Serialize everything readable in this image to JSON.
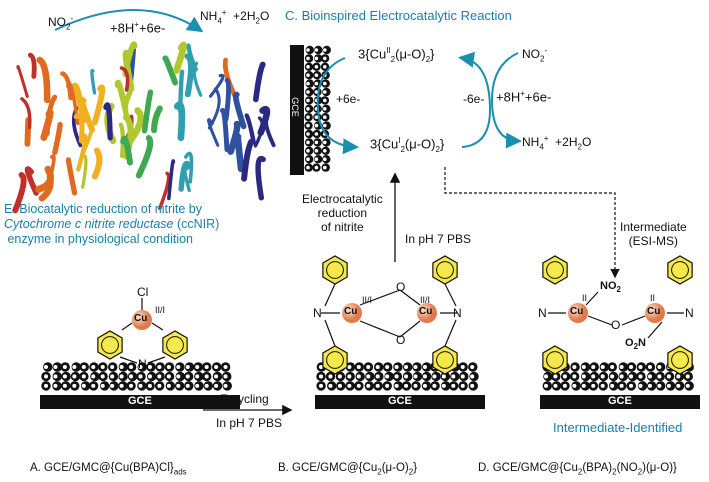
{
  "enzyme": {
    "reactant": "NO",
    "reactant_sub": "2",
    "reactant_sup": "-",
    "protons": "+8H",
    "protons_sup": "+",
    "electrons": "+6e-",
    "product": "NH",
    "product_sub": "4",
    "product_sup": "+",
    "water": "+2H",
    "water_sub": "2",
    "water_end": "O",
    "caption_line1": "E. Biocatalytic reduction of nitrite by",
    "caption_line2_italic": "Cytochrome c nitrite reductase",
    "caption_line2_rest": " (ccNIR)",
    "caption_line3": "enzyme in physiological condition"
  },
  "cycle": {
    "title": "C. Bioinspired Electrocatalytic Reaction",
    "electrode": "GCE",
    "top_species": "3{Cu",
    "top_sup": "II",
    "top_rest": "2",
    "top_end": "(μ-O)",
    "top_end_sub": "2",
    "bottom_species": "3{Cu",
    "bottom_sup": "I",
    "bottom_rest": "2",
    "bottom_end": "(μ-O)",
    "bottom_end_sub": "2",
    "left_electrons": "+6e-",
    "mid_electrons": "-6e-",
    "right_protons": "+8H",
    "right_protons_sup": "+",
    "right_electrons": "+6e-",
    "reactant": "NO",
    "reactant_sub": "2",
    "reactant_sup": "-",
    "product": "NH",
    "product_sub": "4",
    "product_sup": "+",
    "water": "+2H",
    "water_sub": "2",
    "water_end": "O"
  },
  "arrows": {
    "electrocatalytic_line1": "Electrocatalytic",
    "electrocatalytic_line2": "reduction",
    "electrocatalytic_line3": "of nitrite",
    "ph_label_1": "In pH 7 PBS",
    "intermediate_line1": "Intermediate",
    "intermediate_line2": "(ESI-MS)",
    "ecycling": "E-cycling",
    "ph_label_2": "In pH 7 PBS"
  },
  "structures": {
    "electrode": "GCE",
    "metal": "Cu",
    "chloride": "Cl",
    "nitrogen": "N",
    "oxygen": "O",
    "ox_mixed": "II/I",
    "ox_two": "II",
    "no2": "NO",
    "no2_sub": "2",
    "o2n": "O",
    "o2n_sub": "2",
    "o2n_end": "N",
    "intermediate_identified": "Intermediate-Identified"
  },
  "captions": {
    "a": "A. GCE/GMC@{Cu(BPA)Cl}",
    "a_sub": "ads",
    "b": "B. GCE/GMC@{Cu",
    "b_sub1": "2",
    "b_mid": "(μ-O)",
    "b_sub2": "2",
    "b_end": "}",
    "d": "D. GCE/GMC@{Cu",
    "d_sub1": "2",
    "d_mid1": "(BPA)",
    "d_sub2": "2",
    "d_mid2": "(NO",
    "d_sub3": "2",
    "d_end": ")(μ-O)}"
  },
  "colors": {
    "teal": "#1a8fb0",
    "copper": "#e89870",
    "benzene": "#f5e84a"
  }
}
